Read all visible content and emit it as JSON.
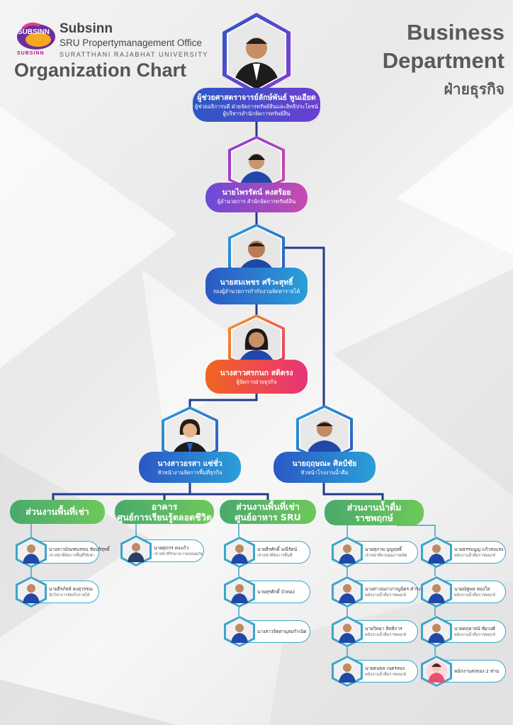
{
  "header": {
    "logo_text": "SUBSINN",
    "logo_sub": "SUBSINN",
    "brand_name": "Subsinn",
    "office": "SRU Propertymanagement Office",
    "university": "SURATTHANI RAJABHAT UNIVERSITY",
    "chart_title": "Organization Chart",
    "dept_line1": "Business",
    "dept_line2": "Department",
    "dept_thai": "ฝ่ายธุรกิจ"
  },
  "colors": {
    "blue_pill": "#2b58c4",
    "purple_pill": "#8a3ad6",
    "orange_pill": "#f0661e",
    "green_section": "#5bba5e",
    "connector": "#1f3c8c",
    "card_border": "#3ca6c9"
  },
  "leaders": [
    {
      "name": "ผู้ช่วยศาสตราจารย์ลักษ์พันธ์ พูนเอียด",
      "role1": "ผู้ช่วยอธิการบดี ฝ่ายจัดการทรัพย์สินและสิทธิประโยชน์",
      "role2": "ผู้บริหารสำนักจัดการทรัพย์สิน"
    },
    {
      "name": "นายไพรรัตน์ คงสร้อย",
      "role1": "ผู้อำนวยการ สำนักจัดการทรัพย์สิน",
      "role2": ""
    },
    {
      "name": "นายสมเพชร ศรีวะสุทธิ์",
      "role1": "รองผู้อำนวยการกำกับงานจัดหารายได้",
      "role2": ""
    },
    {
      "name": "นางสาวศรกนก สติตรง",
      "role1": "ผู้จัดการฝ่ายธุรกิจ",
      "role2": ""
    },
    {
      "name": "นางสาวอรสา แซ่ชั่ว",
      "role1": "หัวหน้างานจัดการพื้นที่ธุรกิจ",
      "role2": ""
    },
    {
      "name": "นายฤฤษณะ ศิลป์ชัย",
      "role1": "หัวหน้าโรงงานน้ำดื่ม",
      "role2": ""
    }
  ],
  "sections": [
    {
      "line1": "ส่วนงานพื้นที่เช่า",
      "line2": ""
    },
    {
      "line1": "อาคาร",
      "line2": "ศูนย์การเรียนรู้ตลอดชีวิต"
    },
    {
      "line1": "ส่วนงานพื้นที่เช่า",
      "line2": "ศูนย์อาหาร SRU"
    },
    {
      "line1": "ส่วนงานน้ำดื่ม",
      "line2": "ราชพฤกษ์"
    }
  ],
  "staff": {
    "rental": [
      {
        "name": "นางสาวมัณฑนรรณ ชัยบริสุทธิ์",
        "role": "เจ้าหน้าที่จัดการพื้นที่ให้เช่า"
      },
      {
        "name": "นายธีรภัสส์ คงสุวรรณ",
        "role": "นักวิชาการจัดเก็บรายได้"
      }
    ],
    "building": [
      {
        "name": "นายศุภกร คงแก้ว",
        "role": "เจ้าหน้าที่รักษาความปลอดภัย"
      }
    ],
    "foodcourt": [
      {
        "name": "นายธีรศักดิ์ มณีรัตน์",
        "role": "เจ้าหน้าที่จัดการพื้นที่"
      },
      {
        "name": "นายสุรศักดิ์ บัวทอง",
        "role": ""
      },
      {
        "name": "นางสาวจิตตานุสมกำเนิด",
        "role": ""
      }
    ],
    "water_left": [
      {
        "name": "นายสุภาพ บุญฤทธิ์",
        "role": "เจ้าหน้าที่ควบคุมการผลิต"
      },
      {
        "name": "นางสาวณภาภาญูฉัตร ดำรงวุฒิ",
        "role": "พนักงานน้ำดื่มราชพฤกษ์"
      },
      {
        "name": "นายวิทยา สิทธิการ",
        "role": "พนักงานน้ำดื่มราชพฤกษ์"
      },
      {
        "name": "นายธนพล เนตรทอง",
        "role": "พนักงานน้ำดื่มราชพฤกษ์"
      }
    ],
    "water_right": [
      {
        "name": "นายธรรมนูญ แก้วสงแสง",
        "role": "พนักงานน้ำดื่มราชพฤกษ์"
      },
      {
        "name": "นายณัฐพล ทองใส",
        "role": "พนักงานน้ำดื่มราชพฤกษ์"
      },
      {
        "name": "นายคฤหาสน์ ชัยวงศ์",
        "role": "พนักงานน้ำดื่มราชพฤกษ์"
      },
      {
        "name": "พนักงานส่งของ 2 ท่าน",
        "role": ""
      }
    ]
  }
}
